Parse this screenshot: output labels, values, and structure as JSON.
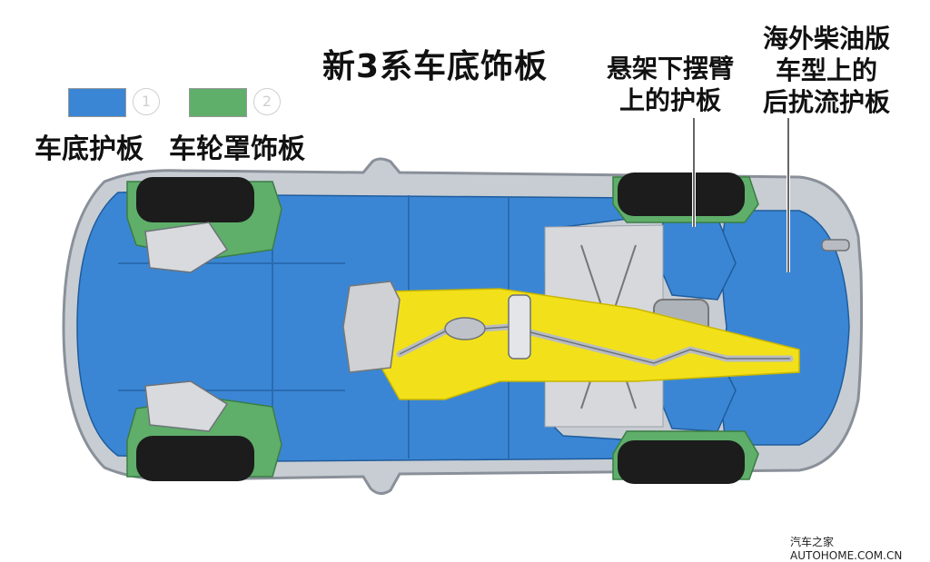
{
  "title": "新3系车底饰板",
  "legend": [
    {
      "num": "1",
      "label": "车底护板",
      "color": "#3a86d4"
    },
    {
      "num": "2",
      "label": "车轮罩饰板",
      "color": "#5fae6a"
    }
  ],
  "callouts": {
    "suspension": [
      "悬架下摆臂",
      "上的护板"
    ],
    "diesel": [
      "海外柴油版",
      "车型上的",
      "后扰流护板"
    ]
  },
  "colors": {
    "underbody_blue": "#3a86d4",
    "wheelarch_green": "#5fae6a",
    "exhaust_tunnel_yellow": "#f2e11a",
    "body_silver": "#c8cdd3",
    "tire_black": "#1c1c1c"
  },
  "watermark": "汽车之家 AUTOHOME.COM.CN"
}
